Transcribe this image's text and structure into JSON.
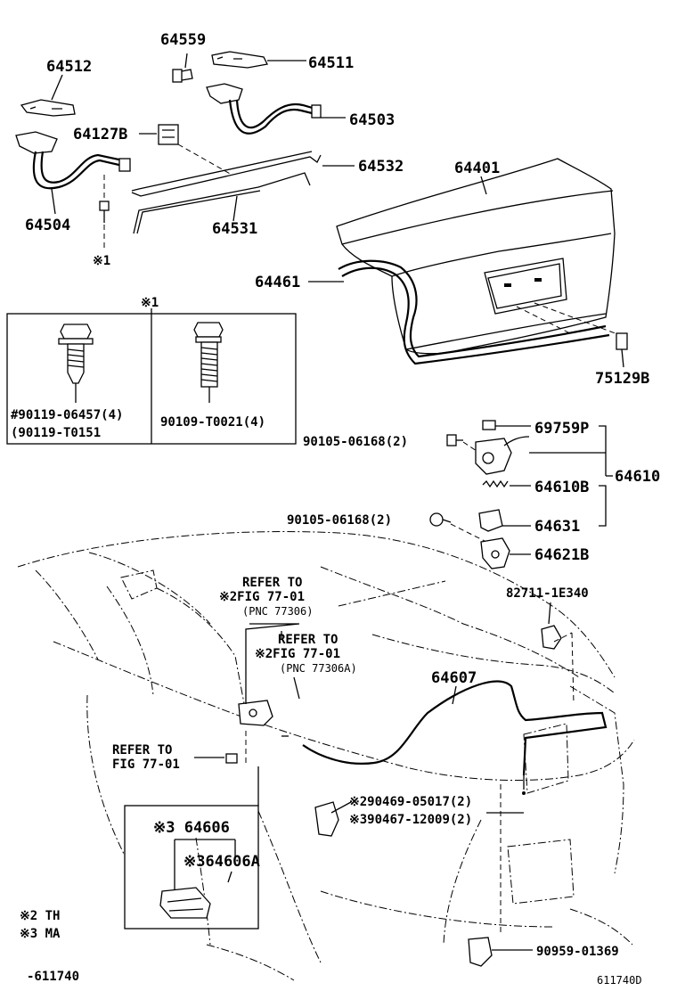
{
  "labels": {
    "p64559": "64559",
    "p64511": "64511",
    "p64512": "64512",
    "p64503": "64503",
    "p64127B": "64127B",
    "p64532": "64532",
    "p64401": "64401",
    "p64504": "64504",
    "p64531": "64531",
    "note1_a": "※1",
    "p64461": "64461",
    "note1_b": "※1",
    "p75129B": "75129B",
    "bolt_a": "#90119-06457(4)",
    "bolt_a2": "(90119-T0151",
    "bolt_b": "90109-T0021(4)",
    "p69759P": "69759P",
    "screw1": "90105-06168(2)",
    "p64610": "64610",
    "p64610B": "64610B",
    "screw2": "90105-06168(2)",
    "p64631": "64631",
    "p64621B": "64621B",
    "ref1_a": "REFER TO",
    "ref1_b": "※2FIG 77-01",
    "ref1_c": "(PNC 77306)",
    "p82711": "82711-1E340",
    "ref2_a": "REFER TO",
    "ref2_b": "※2FIG 77-01",
    "ref2_c": "(PNC 77306A)",
    "p64607": "64607",
    "ref3_a": "REFER TO",
    "ref3_b": "FIG 77-01",
    "p90469": "※290469-05017(2)",
    "p90467": "※390467-12009(2)",
    "p64606": "※3 64606",
    "p64606A": "※364606A",
    "p90959": "90959-01369",
    "legend2": "※2 TH",
    "legend3": "※3 MA",
    "code_left": "-611740",
    "code_right": "611740D"
  }
}
